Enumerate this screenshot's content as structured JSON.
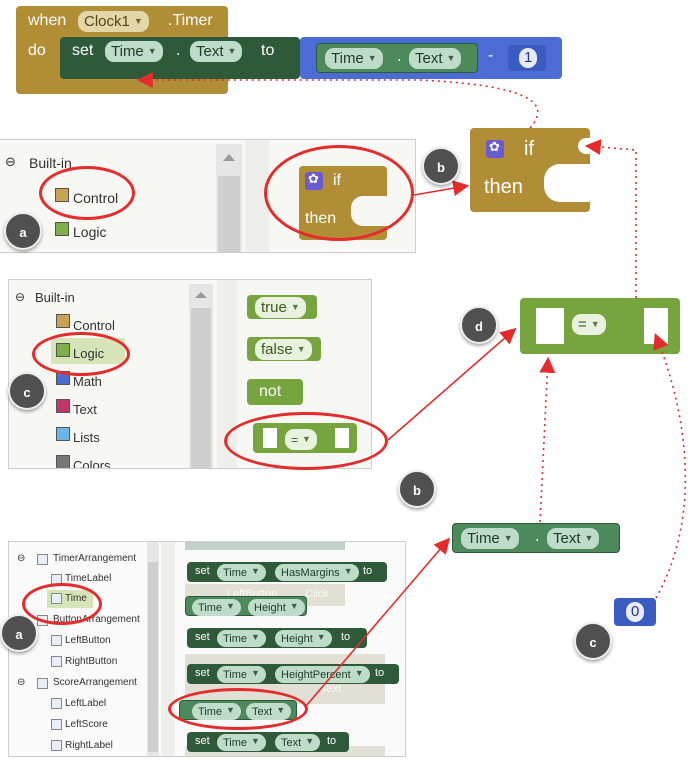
{
  "timer_block": {
    "when": "when",
    "clock_dropdown": "Clock1",
    "event": ".Timer",
    "do": "do",
    "set": "set",
    "component": "Time",
    "dot": ".",
    "property": "Text",
    "to": "to",
    "getter_component": "Time",
    "getter_property": "Text",
    "minus": "-",
    "number": "1"
  },
  "panel_a1": {
    "header": "Built-in",
    "items": [
      "Control",
      "Logic"
    ],
    "if_block": {
      "if": "if",
      "then": "then"
    }
  },
  "big_if_block": {
    "if": "if",
    "then": "then"
  },
  "panel_c": {
    "header": "Built-in",
    "items": [
      "Control",
      "Logic",
      "Math",
      "Text",
      "Lists",
      "Colors"
    ],
    "blocks": [
      "true",
      "false",
      "not",
      "="
    ]
  },
  "equals_block": {
    "op": "="
  },
  "getter_block": {
    "component": "Time",
    "dot": ".",
    "property": "Text"
  },
  "number_block": {
    "value": "0"
  },
  "badges": [
    "a",
    "b",
    "c",
    "d",
    "b",
    "a",
    "c"
  ],
  "panel_a2": {
    "tree": [
      "TimerArrangement",
      "TimeLabel",
      "Time",
      "ButtonArrangement",
      "LeftButton",
      "RightButton",
      "ScoreArrangement",
      "LeftLabel",
      "LeftScore",
      "RightLabel"
    ],
    "blocks": [
      {
        "set": "set",
        "comp": "Time",
        "prop": "HasMargins",
        "to": "to"
      },
      {
        "comp": "Time",
        "prop": "Height"
      },
      {
        "set": "set",
        "comp": "Time",
        "prop": "Height",
        "to": "to"
      },
      {
        "set": "set",
        "comp": "Time",
        "prop": "HeightPercent",
        "to": "to"
      },
      {
        "comp": "Time",
        "prop": "Text"
      },
      {
        "set": "set",
        "comp": "Time",
        "prop": "Text",
        "to": "to"
      }
    ],
    "ghost": [
      "LeftButton",
      "Click",
      "Text"
    ]
  },
  "colors": {
    "control": "#b18e35",
    "component": "#2e5a3a",
    "math": "#4a6cd4",
    "logic": "#76a53e",
    "annotation": "#e52b2b"
  }
}
